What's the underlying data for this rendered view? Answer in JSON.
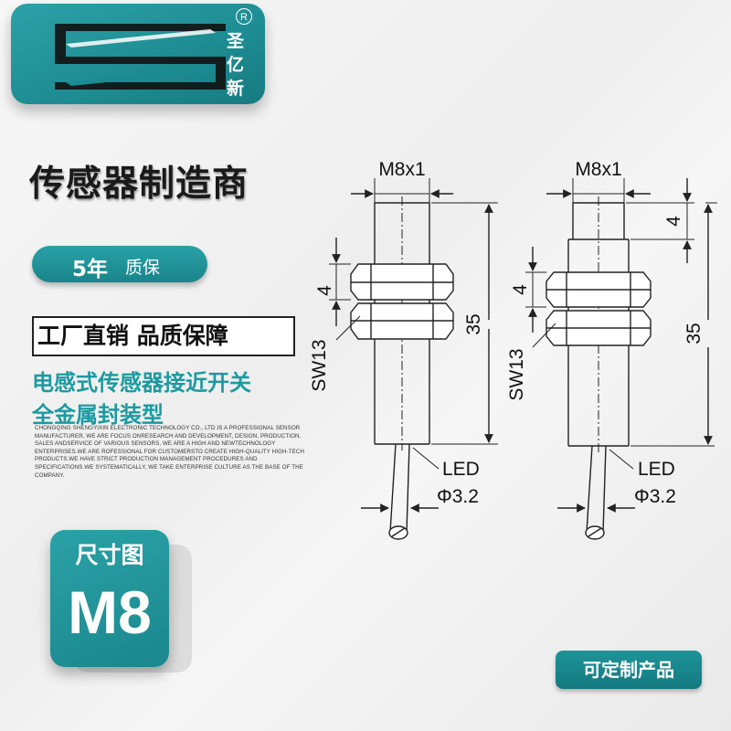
{
  "brand": {
    "name": "圣亿新",
    "registered_mark": "R"
  },
  "headline": "传感器制造商",
  "warranty": {
    "years": "5年",
    "label": "质保"
  },
  "promo": "工厂直销  品质保障",
  "description": [
    "电感式传感器接近开关",
    "全金属封装型"
  ],
  "company_text": "CHONGQING SHENGYIXIN ELECTRONIC TECHNOLOGY CO., LTD.IS A PROFESSIONAL SENSOR MANUFACTURER, WE ARE FOCUS ONRESEARCH AND DEVELOPMENT, DESIGN, PRODUCTION, SALES ANDSERVICE OF VARIOUS SENSORS, WE ARE A HIGH AND NEWTECHNOLOGY ENTERPRISES.WE ARE ROFESSIONAL FOR CUSTOMERSTO CREATE HIGH-QUALITY HIGH-TECH PRODUCTS.WE HAVE STRICT PRODUCTION MANAGEMENT PROCEDURES AND SPECIFICATIONS.WE SYSTEMATICALLY, WE TAKE ENTERPRISE CULTURE AS THE BASE OF THE COMPANY.",
  "size_badge": {
    "label": "尺寸图",
    "value": "M8"
  },
  "custom_badge": "可定制产品",
  "drawing_left": {
    "thread": "M8x1",
    "nut_height": "4",
    "length": "35",
    "wrench": "SW13",
    "led": "LED",
    "cable": "Φ3.2"
  },
  "drawing_right": {
    "thread": "M8x1",
    "tip_length": "4",
    "nut_height": "4",
    "length": "35",
    "wrench": "SW13",
    "led": "LED",
    "cable": "Φ3.2"
  },
  "colors": {
    "accent": "#1f8e94",
    "accent_text": "#1c9aa1",
    "ink": "#222222"
  }
}
